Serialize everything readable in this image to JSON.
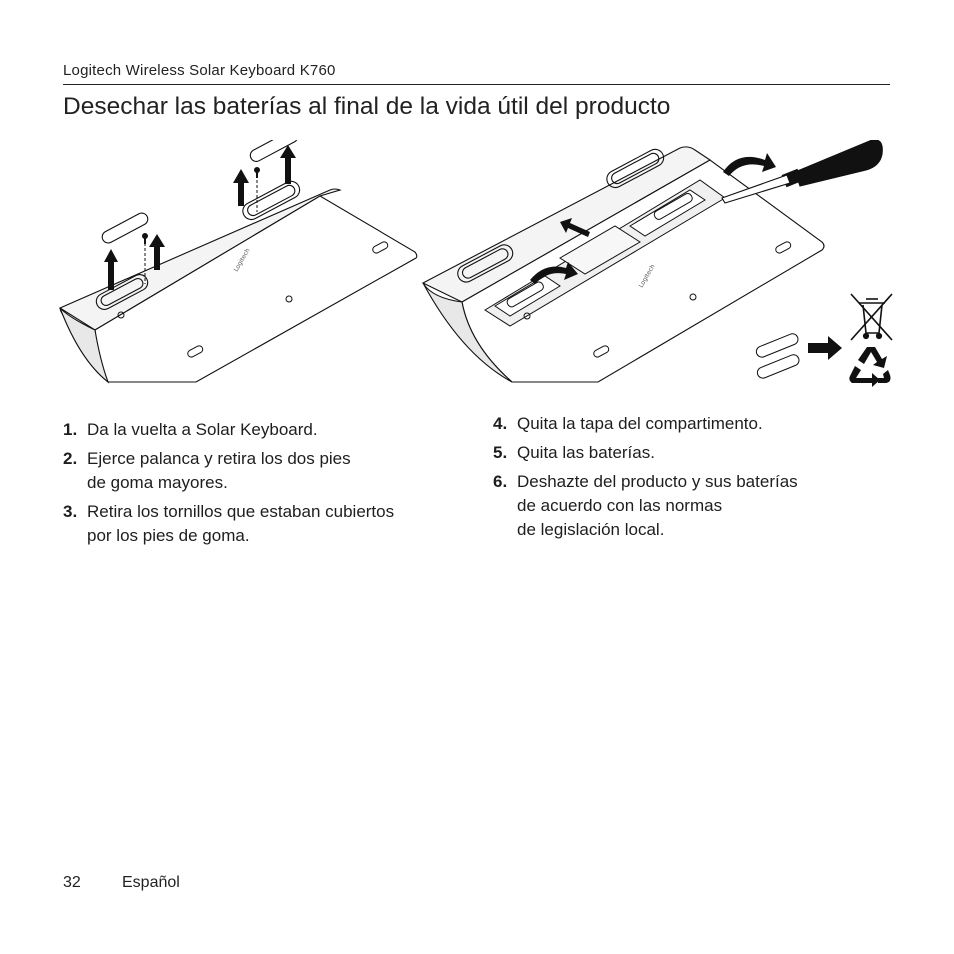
{
  "header": {
    "product": "Logitech Wireless Solar Keyboard K760",
    "title": "Desechar las baterías al final de la vida útil del producto"
  },
  "figure": {
    "brand_mark": "Logitech"
  },
  "steps_left": [
    {
      "number": "1.",
      "text": "Da la vuelta a Solar Keyboard."
    },
    {
      "number": "2.",
      "text": "Ejerce palanca y retira los dos pies\nde goma mayores."
    },
    {
      "number": "3.",
      "text": "Retira los tornillos que estaban cubiertos\npor los pies de goma."
    }
  ],
  "steps_right": [
    {
      "number": "4.",
      "text": "Quita la tapa del compartimento."
    },
    {
      "number": "5.",
      "text": "Quita las baterías."
    },
    {
      "number": "6.",
      "text": "Deshazte del producto y sus baterías\nde acuerdo con las normas\nde legislación local."
    }
  ],
  "footer": {
    "page_number": "32",
    "language": "Español"
  }
}
